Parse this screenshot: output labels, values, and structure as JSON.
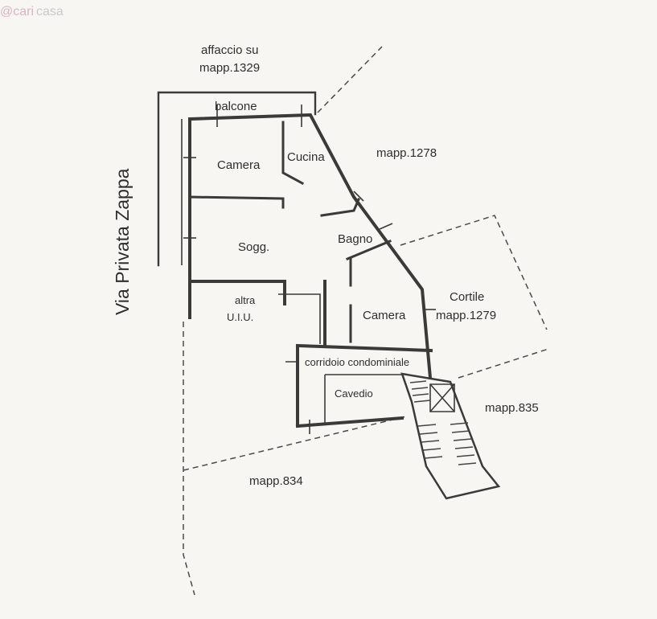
{
  "watermark": {
    "prefix": "@cari",
    "suffix": "casa",
    "prefix_color": "#d9b4c6",
    "suffix_color": "#c9c9c9"
  },
  "labels": {
    "affaccio_line1": "affaccio su",
    "affaccio_line2": "mapp.1329",
    "balcone": "balcone",
    "camera_top": "Camera",
    "cucina": "Cucina",
    "mapp_1278": "mapp.1278",
    "bagno": "Bagno",
    "soggiorno": "Sogg.",
    "altra_line1": "altra",
    "altra_line2": "U.I.U.",
    "camera_bottom": "Camera",
    "cortile_line1": "Cortile",
    "cortile_line2": "mapp.1279",
    "corridoio": "corridoio condominiale",
    "cavedio": "Cavedio",
    "mapp_835": "mapp.835",
    "mapp_834": "mapp.834",
    "street": "Via Privata Zappa"
  }
}
